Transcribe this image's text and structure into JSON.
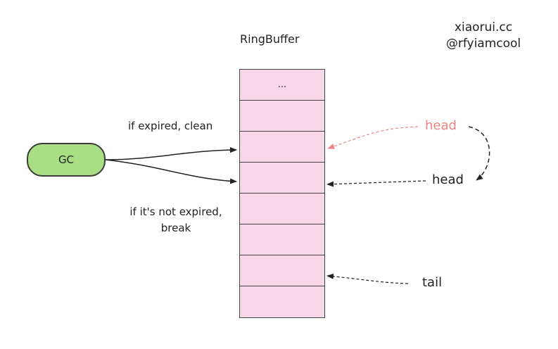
{
  "title": "RingBuffer",
  "watermark": {
    "line1": "xiaorui.cc",
    "line2": "@rfyiamcool"
  },
  "buffer": {
    "cells": [
      "...",
      "",
      "",
      "",
      "",
      "",
      "",
      ""
    ],
    "fill_color": "#f8d7e8"
  },
  "gc": {
    "label": "GC",
    "fill_color": "#a9df84"
  },
  "labels": {
    "expired": "if expired, clean",
    "not_expired_line1": "if it's not expired,",
    "not_expired_line2": "break"
  },
  "pointers": {
    "head_old": "head",
    "head_new": "head",
    "tail": "tail",
    "head_old_color": "#ee8181"
  }
}
